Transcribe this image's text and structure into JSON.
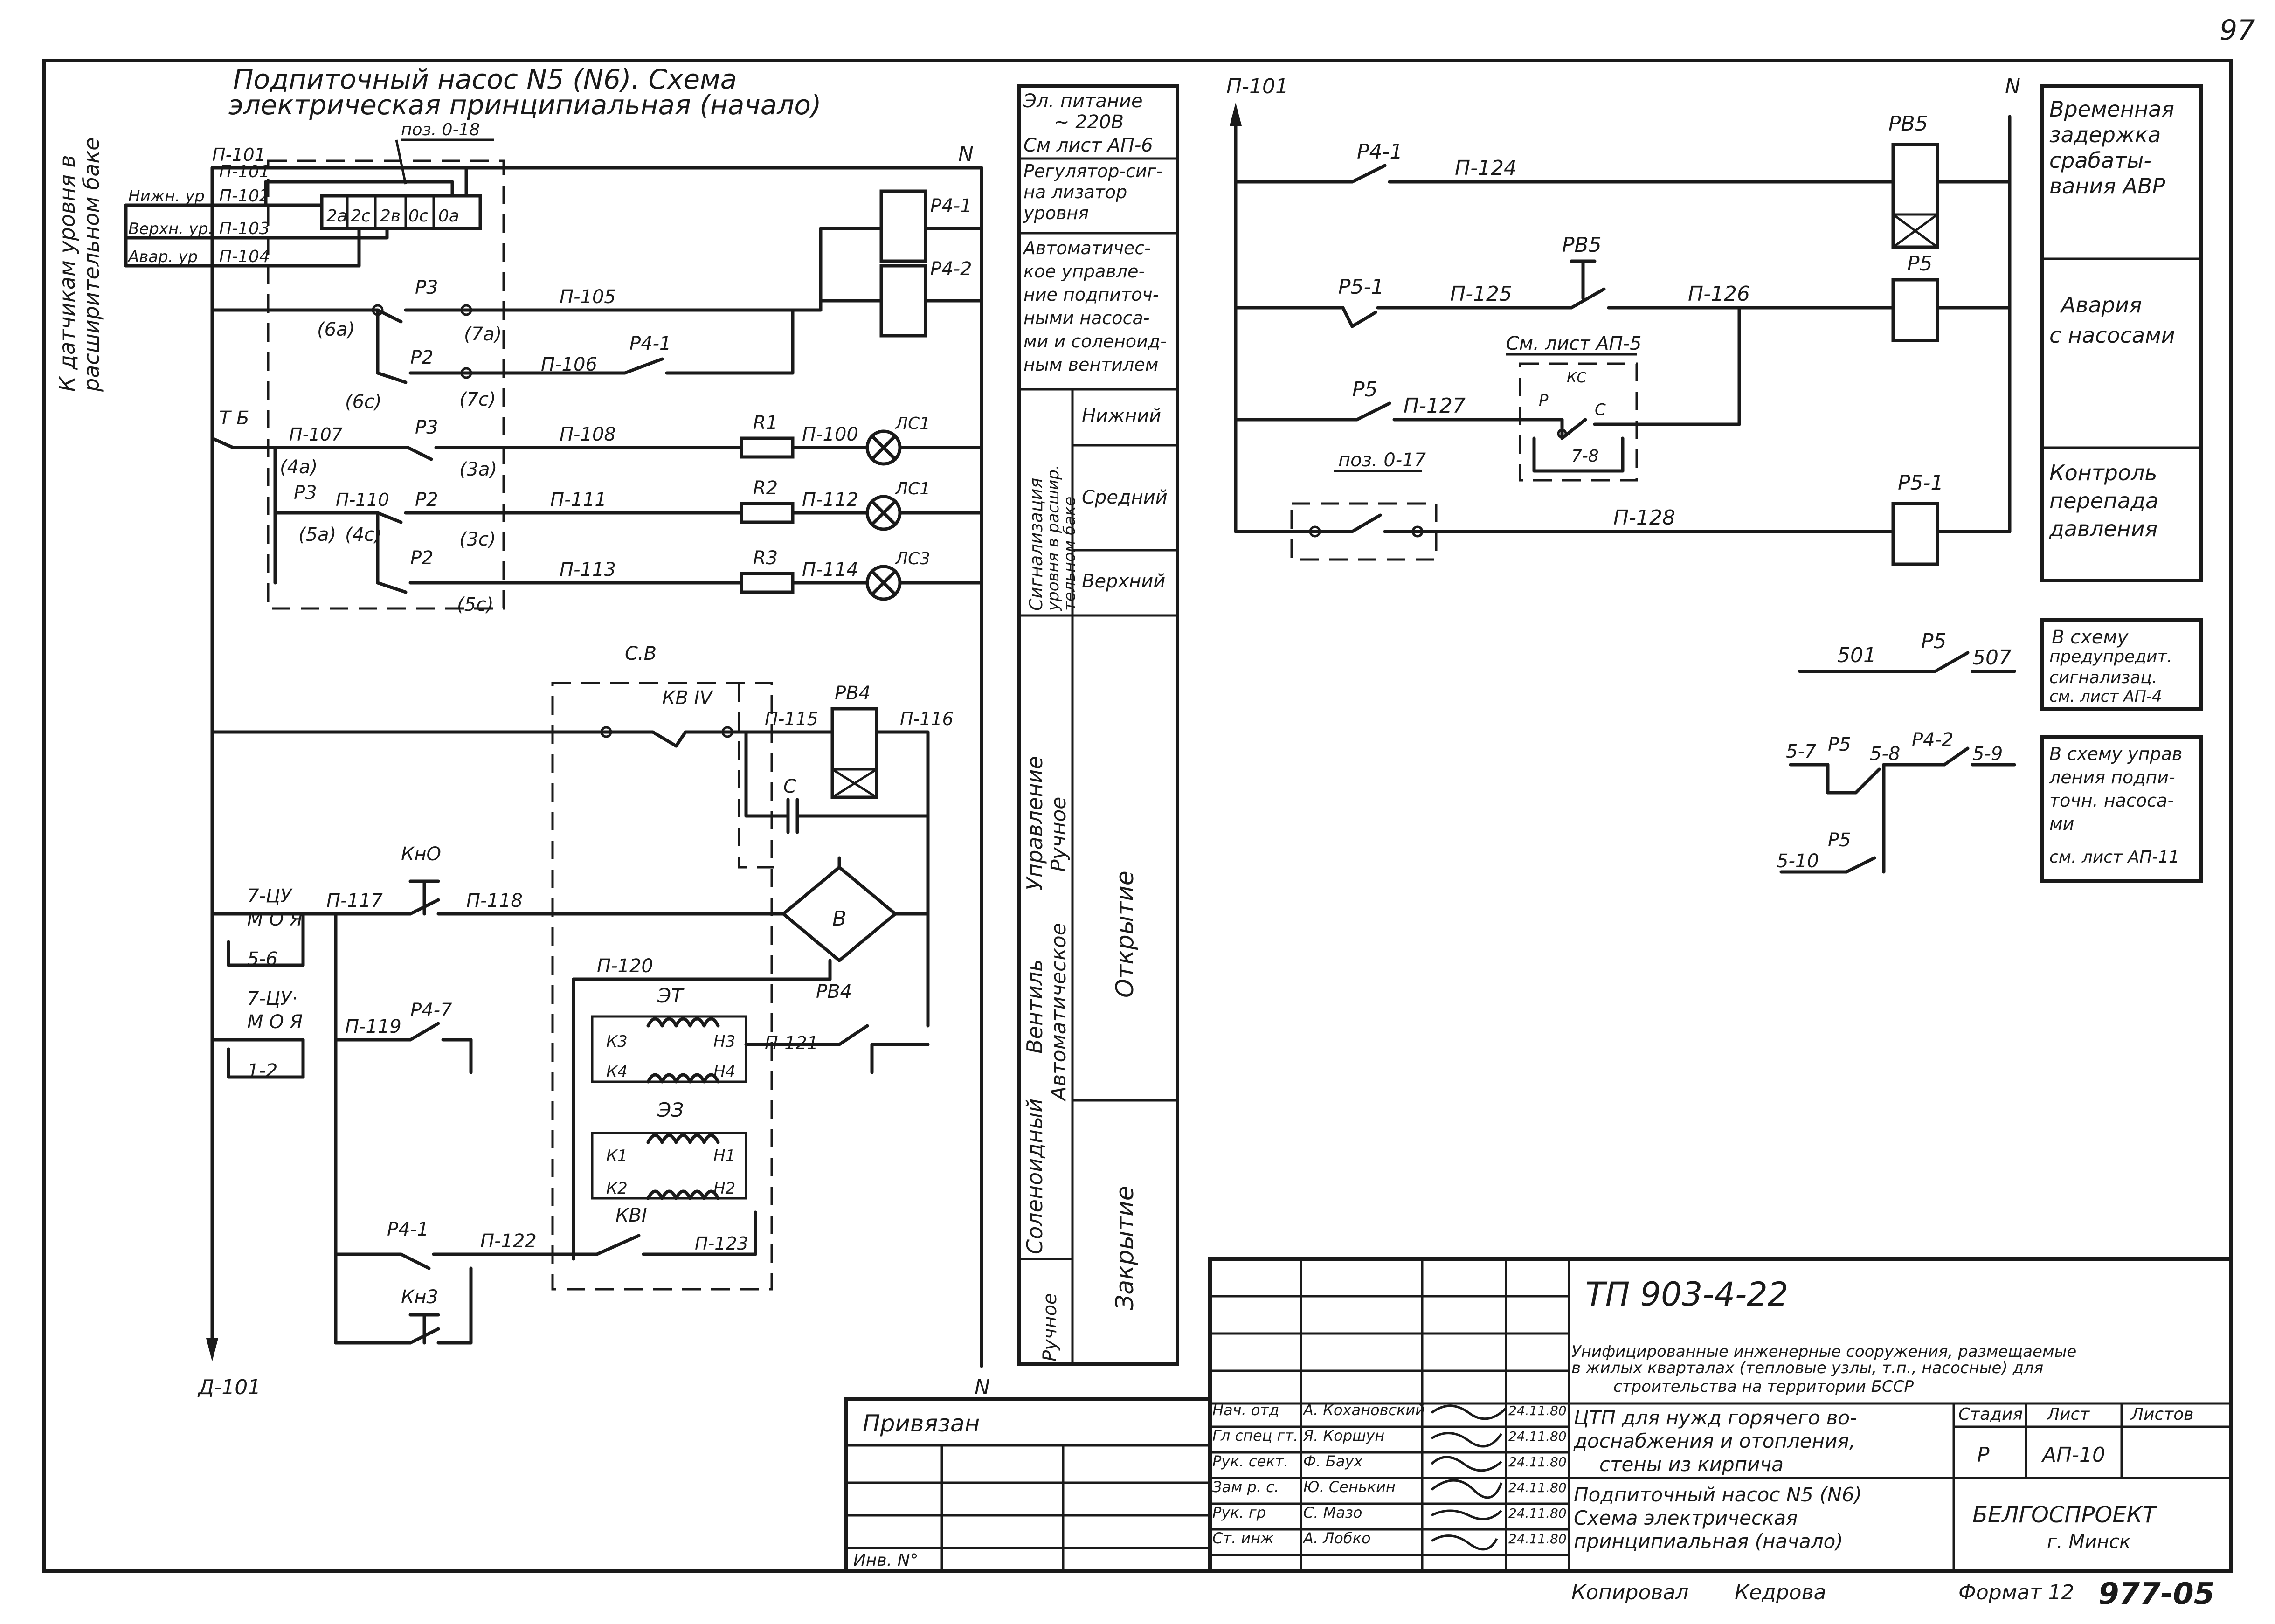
{
  "page_number": "97",
  "title_line1": "Подпиточный насос N5 (N6). Схема",
  "title_line2": "электрическая принципиальная (начало)",
  "side_label_line1": "К датчикам уровня в",
  "side_label_line2": "расширительном баке",
  "sensors": [
    "Нижн. ур",
    "Верхн. ур.",
    "Авар. ур"
  ],
  "pos_018": "поз. 0-18",
  "pos_017": "поз. 0-17",
  "terminals": [
    "2а",
    "2с",
    "2в",
    "0с",
    "0а"
  ],
  "wires_left": {
    "n101": "П-101",
    "n102": "П-102",
    "n103": "П-103",
    "n104": "П-104",
    "n105": "П-105",
    "n106": "П-106",
    "n107": "П-107",
    "n108": "П-108",
    "n100": "П-100",
    "n110": "П-110",
    "n111": "П-111",
    "n112": "П-112",
    "n113": "П-113",
    "n114": "П-114",
    "n115": "П-115",
    "n116": "П-116",
    "n117": "П-117",
    "n118": "П-118",
    "n119": "П-119",
    "n120": "П-120",
    "n121": "П-121",
    "n122": "П-122",
    "n123": "П-123",
    "bottom": "Д-101"
  },
  "neutral": "N",
  "relays": {
    "p41": "Р4-1",
    "p42": "Р4-2",
    "p47": "Р4-7",
    "p3": "Р3",
    "p2": "Р2",
    "pb4": "РВ4",
    "pb5": "РВ5",
    "p5": "Р5",
    "p51": "Р5-1",
    "p41b": "Р4-1"
  },
  "contacts": {
    "c6a": "(6а)",
    "c7a": "(7а)",
    "c6c": "(6с)",
    "c7c": "(7с)",
    "c4a": "(4а)",
    "c3a": "(3а)",
    "c5a": "(5а)",
    "c4c": "(4с)",
    "c3c": "(3с)",
    "c5c": "(5с)"
  },
  "tb": "Т Б",
  "resistors": [
    "R1",
    "R2",
    "R3"
  ],
  "lamps": [
    "ЛС1",
    "ЛС1",
    "ЛС3"
  ],
  "cb": "С.В",
  "kbiv": "КВ IV",
  "cap": "С",
  "bridge": "В",
  "kno": "КнО",
  "knz": "Кн3",
  "ctrl1": [
    "7-ЦУ",
    "М О Я",
    "5-6"
  ],
  "ctrl2": [
    "7-ЦУ·",
    "М О Я",
    "1-2"
  ],
  "coil_et": "ЭТ",
  "coil_ez": "ЭЗ",
  "coil_terms": [
    "К3",
    "Н3",
    "К4",
    "Н4",
    "К1",
    "Н1",
    "К2",
    "Н2"
  ],
  "kbi": "КВI",
  "mid_table": {
    "row1": [
      "Эл. питание",
      "~ 220В",
      "См лист АП-6"
    ],
    "row2": [
      "Регулятор-сиг-",
      "на лизатор",
      "уровня"
    ],
    "row3": [
      "Автоматичес-",
      "кое управле-",
      "ние подпиточ-",
      "ными насоса-",
      "ми и соленоид-",
      "ным вентилем"
    ],
    "signal_vert": [
      "Сигнализация",
      "уровня в расшир.",
      "тельном баке"
    ],
    "levels": [
      "Нижний",
      "Средний",
      "Верхний"
    ],
    "valve_vert": [
      "Соленоидный",
      "Вентиль",
      "Управление"
    ],
    "manual": "Ручное",
    "auto": "Автоматическое",
    "manual2": "Ручное",
    "open": "Открытие",
    "close": "Закрытие"
  },
  "right_wires": {
    "top": "П-101",
    "n124": "П-124",
    "n125": "П-125",
    "n126": "П-126",
    "n127": "П-127",
    "n128": "П-128"
  },
  "right_labels": {
    "see_ap5": "См. лист АП-5",
    "kc": "КС",
    "p": "Р",
    "c": "С",
    "t78": "7-8"
  },
  "right_table": [
    [
      "Временная",
      "задержка",
      "срабаты-",
      "вания АВР"
    ],
    [
      "Авария",
      "с насосами"
    ],
    [
      "Контроль",
      "перепада",
      "давления"
    ]
  ],
  "notes": {
    "note1_wires": [
      "501",
      "Р5",
      "507"
    ],
    "note1_text": [
      "В схему",
      "предупредит.",
      "сигнализац.",
      "см. лист АП-4"
    ],
    "note2_wires": [
      "5-7",
      "Р5",
      "5-8",
      "Р4-2",
      "5-9",
      "5-10",
      "Р5"
    ],
    "note2_text": [
      "В схему управ",
      "ления подпи-",
      "точн. насоса-",
      "ми",
      "см. лист АП-11"
    ]
  },
  "stamp": {
    "doc_code": "ТП 903-4-22",
    "project_text": [
      "Унифицированные инженерные сооружения, размещаемые",
      "в жилых кварталах (тепловые узлы, т.п., насосные) для",
      "строительства на территории БССР"
    ],
    "privyazan": "Привязан",
    "inv": "Инв. N°",
    "roles": [
      "Нач. отд",
      "Гл спец гт.",
      "Рук. сект.",
      "Зам р. с.",
      "Рук. гр",
      "Ст. инж"
    ],
    "names": [
      "А. Кохановский",
      "Я. Коршун",
      "Ф. Баух",
      "Ю. Сенькин",
      "С. Мазо",
      "А. Лобко"
    ],
    "dates": [
      "24.11.80",
      "24.11.80",
      "24.11.80",
      "24.11.80",
      "24.11.80",
      "24.11.80"
    ],
    "object": [
      "ЦТП для нужд горячего во-",
      "доснабжения и отопления,",
      "стены из кирпича"
    ],
    "sheet_title": [
      "Подпиточный насос N5 (N6)",
      "Схема электрическая",
      "принципиальная (начало)"
    ],
    "stage_h": "Стадия",
    "sheet_h": "Лист",
    "sheets_h": "Листов",
    "stage": "Р",
    "sheet": "АП-10",
    "org": "БЕЛГОСПРОЕКТ",
    "city": "г. Минск",
    "copied": "Копировал",
    "copier": "Кедрова",
    "format": "Формат 12",
    "number": "977-05"
  }
}
